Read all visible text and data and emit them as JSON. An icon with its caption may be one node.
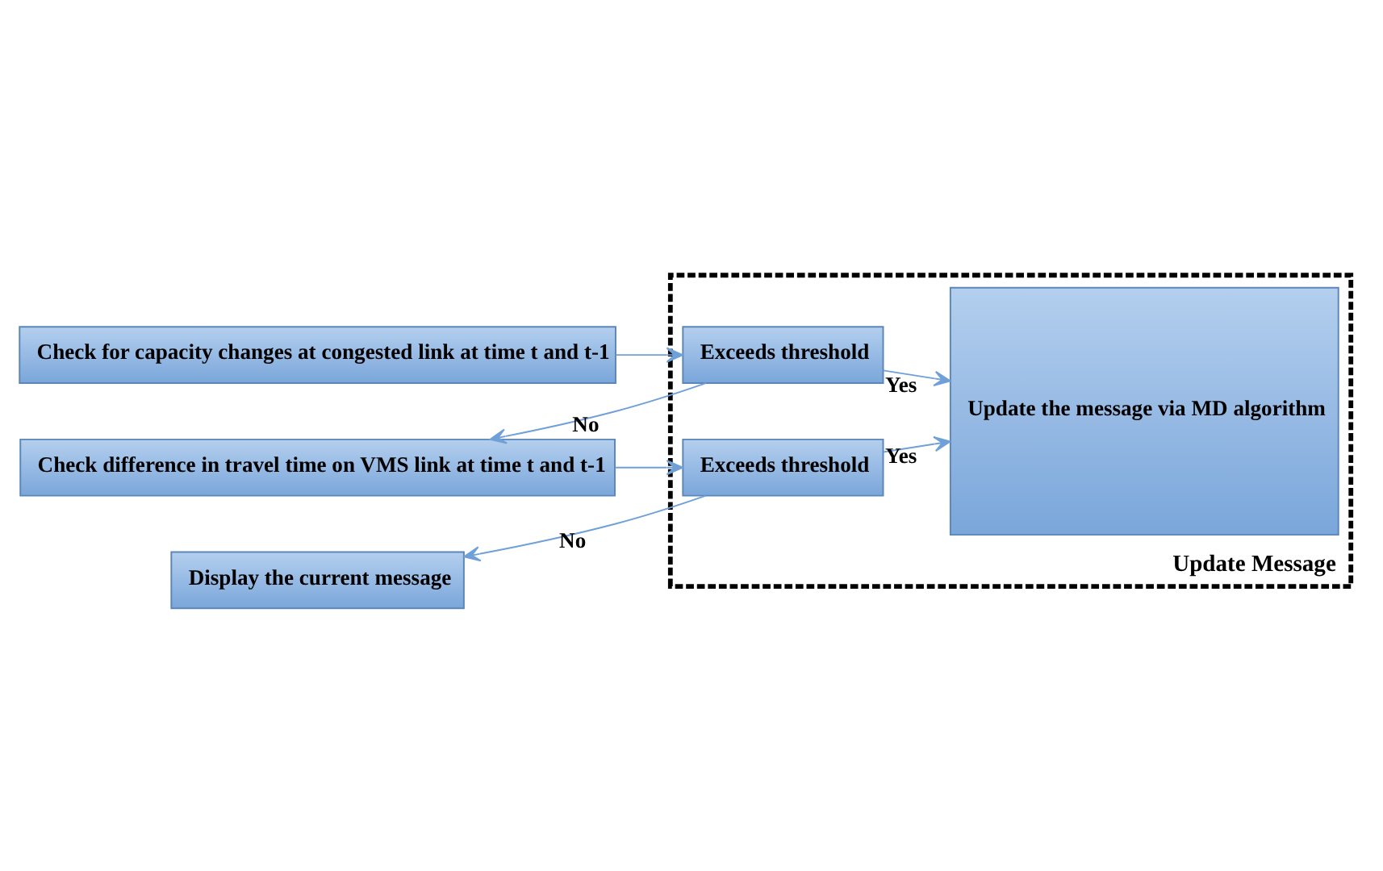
{
  "diagram": {
    "nodes": [
      {
        "text": [
          "Check for capacity changes at congested link at time t and t-1"
        ]
      },
      {
        "text": [
          "Update Message"
        ]
      },
      {
        "text": [
          "Exceeds threshold"
        ],
        "in": 1
      },
      {
        "text": [
          "Update the message via MD algorithm"
        ],
        "in": 1
      },
      {
        "text": [
          "Check difference in travel time on VMS link at time t and t-1"
        ]
      },
      {
        "text": [
          "Exceeds threshold"
        ],
        "in": 1
      },
      {
        "text": [
          "Display the current message"
        ]
      }
    ],
    "edges": [
      {
        "from": 0,
        "to": 2,
        "arrow": "to"
      },
      {
        "from": 2,
        "to": 3,
        "arrow": "to",
        "label": "Yes"
      },
      {
        "from": 2,
        "to": 4,
        "arrow": "to",
        "label": "No"
      },
      {
        "from": 4,
        "to": 5,
        "arrow": "to"
      },
      {
        "from": 5,
        "to": 3,
        "arrow": "to",
        "label": "Yes"
      },
      {
        "from": 5,
        "to": 6,
        "arrow": "to",
        "label": "No"
      }
    ]
  }
}
